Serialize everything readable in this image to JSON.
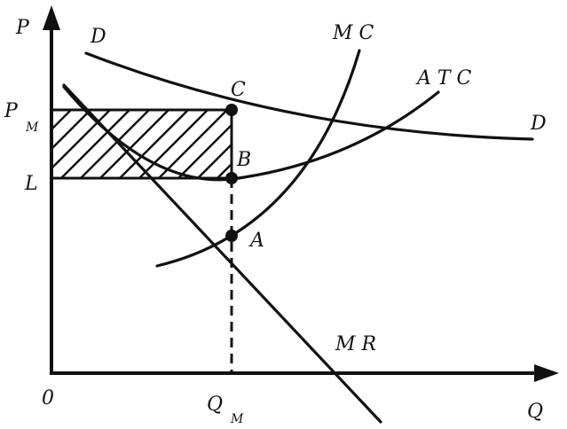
{
  "axes": {
    "y_label": "P",
    "x_label": "Q",
    "origin_label": "0"
  },
  "price_labels": {
    "pm_main": "P",
    "pm_sub": "M",
    "l": "L"
  },
  "quantity_labels": {
    "qm_main": "Q",
    "qm_sub": "M"
  },
  "curves": {
    "demand_left": "D",
    "demand_right": "D",
    "mc": "M C",
    "atc": "A T C",
    "mr": "M R"
  },
  "points": {
    "a": "A",
    "b": "B",
    "c": "C"
  },
  "colors": {
    "ink": "#111111",
    "background": "#ffffff"
  }
}
